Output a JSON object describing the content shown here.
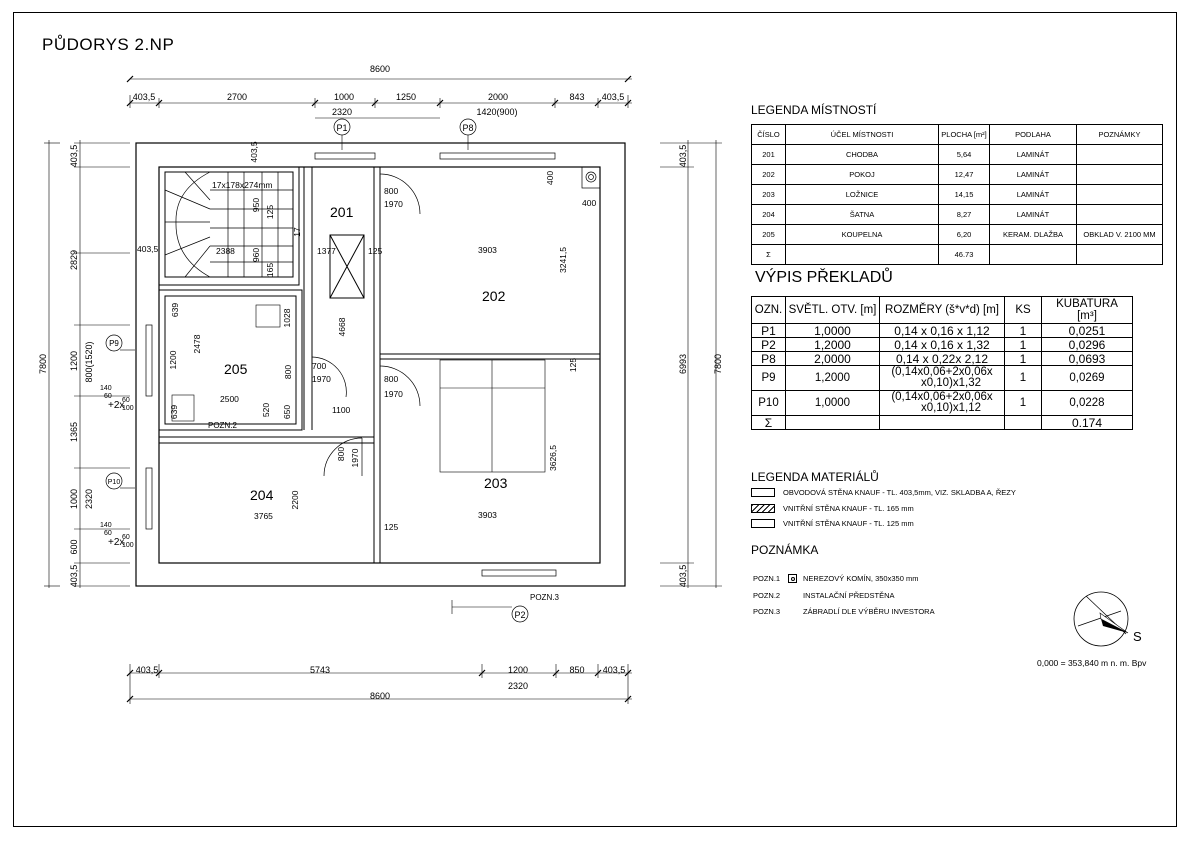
{
  "sheet": {
    "title": "PŮDORYS 2.NP"
  },
  "rooms_legend": {
    "title": "LEGENDA MÍSTNOSTÍ",
    "headers": {
      "number": "ČÍSLO",
      "purpose": "ÚČEL MÍSTNOSTI",
      "area": "PLOCHA [m²]",
      "floor": "PODLAHA",
      "notes": "POZNÁMKY"
    },
    "rows": [
      {
        "number": "201",
        "purpose": "CHODBA",
        "area": "5,64",
        "floor": "LAMINÁT",
        "notes": ""
      },
      {
        "number": "202",
        "purpose": "POKOJ",
        "area": "12,47",
        "floor": "LAMINÁT",
        "notes": ""
      },
      {
        "number": "203",
        "purpose": "LOŽNICE",
        "area": "14,15",
        "floor": "LAMINÁT",
        "notes": ""
      },
      {
        "number": "204",
        "purpose": "ŠATNA",
        "area": "8,27",
        "floor": "LAMINÁT",
        "notes": ""
      },
      {
        "number": "205",
        "purpose": "KOUPELNA",
        "area": "6,20",
        "floor": "KERAM. DLAŽBA",
        "notes": "OBKLAD V. 2100 MM"
      }
    ],
    "sum": {
      "symbol": "Σ",
      "area": "46.73"
    }
  },
  "lintels": {
    "title": "VÝPIS PŘEKLADŮ",
    "headers": {
      "mark": "OZN.",
      "opening": "SVĚTL. OTV. [m]",
      "size": "ROZMĚRY (š*v*d) [m]",
      "count": "KS",
      "volume": "KUBATURA",
      "volume_unit": "[m³]"
    },
    "rows": [
      {
        "mark": "P1",
        "opening": "1,0000",
        "size": "0,14 x 0,16 x 1,12",
        "count": "1",
        "volume": "0,0251"
      },
      {
        "mark": "P2",
        "opening": "1,2000",
        "size": "0,14 x 0,16 x 1,32",
        "count": "1",
        "volume": "0,0296"
      },
      {
        "mark": "P8",
        "opening": "2,0000",
        "size": "0,14 x 0,22x 2,12",
        "count": "1",
        "volume": "0,0693"
      },
      {
        "mark": "P9",
        "opening": "1,2000",
        "size_line1": "(0,14x0,06+2x0,06x",
        "size_line2": "x0,10)x1,32",
        "count": "1",
        "volume": "0,0269"
      },
      {
        "mark": "P10",
        "opening": "1,0000",
        "size_line1": "(0,14x0,06+2x0,06x",
        "size_line2": "x0,10)x1,12",
        "count": "1",
        "volume": "0,0228"
      }
    ],
    "sum": {
      "symbol": "Σ",
      "volume": "0.174"
    }
  },
  "materials": {
    "title": "LEGENDA MATERIÁLŮ",
    "items": [
      {
        "label": "OBVODOVÁ STĚNA KNAUF - TL. 403,5mm, VIZ. SKLADBA A, ŘEZY"
      },
      {
        "label": "VNITŘNÍ STĚNA KNAUF - TL. 165 mm"
      },
      {
        "label": "VNITŘNÍ STĚNA KNAUF - TL. 125 mm"
      }
    ]
  },
  "notes": {
    "title": "POZNÁMKA",
    "items": [
      {
        "code": "POZN.1",
        "text": "NEREZOVÝ KOMÍN, 350x350 mm"
      },
      {
        "code": "POZN.2",
        "text": "INSTALAČNÍ PŘEDSTĚNA"
      },
      {
        "code": "POZN.3",
        "text": "ZÁBRADLÍ DLE VÝBĚRU INVESTORA"
      }
    ]
  },
  "north": {
    "label": "S"
  },
  "elevation": "0,000 = 353,840 m n. m. Bpv",
  "plan": {
    "rooms": {
      "r201": "201",
      "r202": "202",
      "r203": "203",
      "r204": "204",
      "r205": "205"
    },
    "lintel_tags": {
      "p1": "P1",
      "p2": "P2",
      "p8": "P8",
      "p9": "P9",
      "p10": "P10"
    },
    "pozn2": "POZN.2",
    "pozn3": "POZN.3",
    "top_dims": {
      "total": "8600",
      "a": "403,5",
      "b": "2700",
      "c": "1000",
      "d": "1250",
      "e": "2000",
      "f": "843",
      "g": "403,5",
      "w1": "2320",
      "w2": "1420(900)"
    },
    "bottom_dims": {
      "a": "403,5",
      "b": "5743",
      "c": "1200",
      "d": "850",
      "e": "403,5",
      "w": "2320",
      "total": "8600"
    },
    "left_dims": {
      "total": "7800",
      "a": "403,5",
      "b": "2829",
      "c": "1200",
      "w1": "800(1520)",
      "d": "1365",
      "e": "1000",
      "w2": "2320",
      "f": "600",
      "g": "403,5"
    },
    "right_dims": {
      "total": "7800",
      "a": "403,5",
      "b": "6993",
      "c": "403,5"
    },
    "window_notes": {
      "p9_a": "140",
      "p9_b": "60",
      "p9_c": "+2x",
      "p9_d": "60",
      "p9_e": "100",
      "p10_a": "140",
      "p10_b": "60",
      "p10_c": "+2x",
      "p10_d": "60",
      "p10_e": "100"
    },
    "inner": {
      "stair": "17x178x274mm",
      "s1": "950",
      "s2": "125",
      "s3": "1028",
      "s4": "2388",
      "s5": "960",
      "s6": "17",
      "s7": "165",
      "s8": "403,5",
      "s9": "403,5",
      "c201_a": "1377",
      "c201_b": "125",
      "c201_c": "4668",
      "d201_w": "800",
      "d201_h": "1970",
      "c202_w": "3903",
      "c202_h": "3241,5",
      "c202_a": "400",
      "c202_b": "400",
      "c205_a": "639",
      "c205_b": "1028",
      "c205_c": "2478",
      "c205_d": "1200",
      "c205_e": "800",
      "c205_f": "2500",
      "c205_g": "520",
      "c205_h": "650",
      "c205_i": "639",
      "d205_w": "700",
      "d205_h": "1970",
      "d203_w": "800",
      "d203_h": "1970",
      "c203_a": "125",
      "c203_b": "3626,5",
      "c203_w": "3903",
      "c_1100": "1100",
      "d204_w": "800",
      "d204_h": "1970",
      "c204_w": "3765",
      "c204_h": "2200",
      "c204_b": "125"
    }
  }
}
